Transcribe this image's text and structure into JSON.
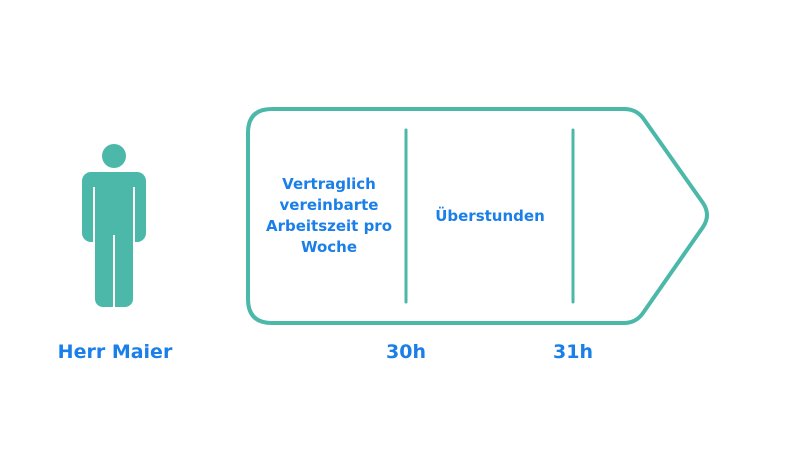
{
  "colors": {
    "accent_teal": "#4bb8a9",
    "text_blue": "#1a7fe8",
    "background": "#ffffff"
  },
  "person": {
    "icon": "person-icon",
    "name": "Herr Maier"
  },
  "timeline": {
    "shape": "arrow-outline",
    "segments": [
      {
        "label": "Vertraglich vereinbarte Arbeitszeit pro Woche"
      },
      {
        "label": "Überstunden"
      },
      {
        "label": ""
      }
    ],
    "markers": [
      {
        "label": "30h"
      },
      {
        "label": "31h"
      }
    ]
  }
}
